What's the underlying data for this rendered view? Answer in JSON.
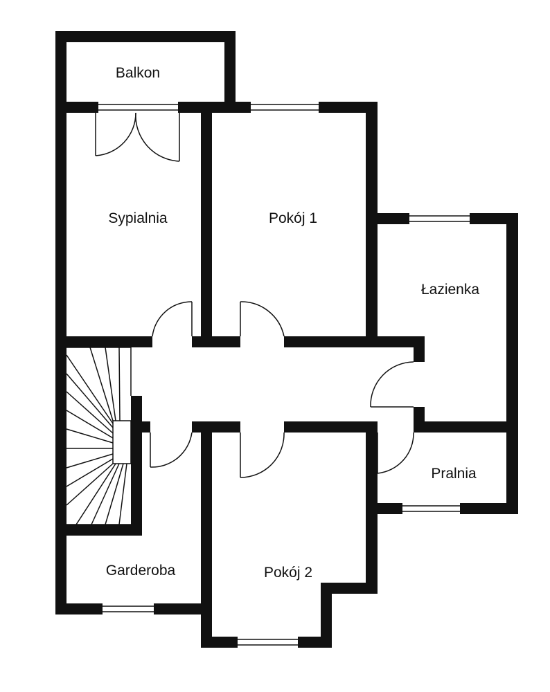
{
  "colors": {
    "wall": "#111111",
    "background": "#ffffff",
    "line": "#111111"
  },
  "rooms": {
    "balkon": "Balkon",
    "sypialnia": "Sypialnia",
    "pokoj1": "Pokój 1",
    "lazienka": "Łazienka",
    "pralnia": "Pralnia",
    "garderoba": "Garderoba",
    "pokoj2": "Pokój 2"
  }
}
